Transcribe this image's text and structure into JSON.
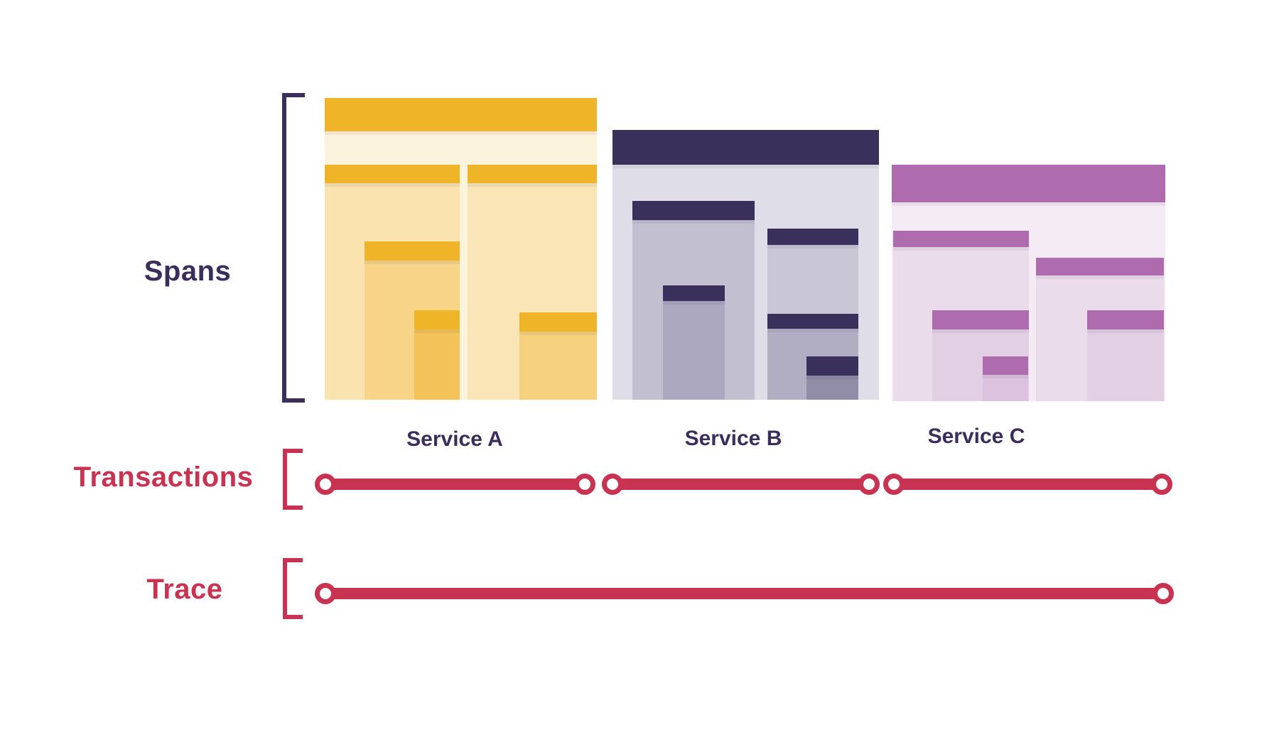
{
  "labels": {
    "spans": "Spans",
    "transactions": "Transactions",
    "trace": "Trace"
  },
  "services": [
    {
      "name": "Service A",
      "header_color": "#F0B429",
      "body_color": "#FCF3DC",
      "nested_span_fills": [
        "#FAE3AF",
        "#F7D488",
        "#F3C258",
        "#FAE5B6",
        "#F6D17E"
      ]
    },
    {
      "name": "Service B",
      "header_color": "#39305C",
      "body_color": "#DFDDE8",
      "nested_span_fills": [
        "#C2BFD1",
        "#ACA8C0",
        "#C9C6D6",
        "#B1ADC3",
        "#918DA6"
      ]
    },
    {
      "name": "Service C",
      "header_color": "#AE6CAE",
      "body_color": "#F5EBF5",
      "nested_span_fills": [
        "#EBDCEC",
        "#E2CFE4",
        "#DCC2DE"
      ]
    }
  ],
  "timeline": {
    "line_color": "#C73351",
    "transaction_line_count": 3,
    "trace_line_count": 1
  },
  "text_colors": {
    "dark_label": "#3A2F5B",
    "red_label": "#C73351"
  }
}
